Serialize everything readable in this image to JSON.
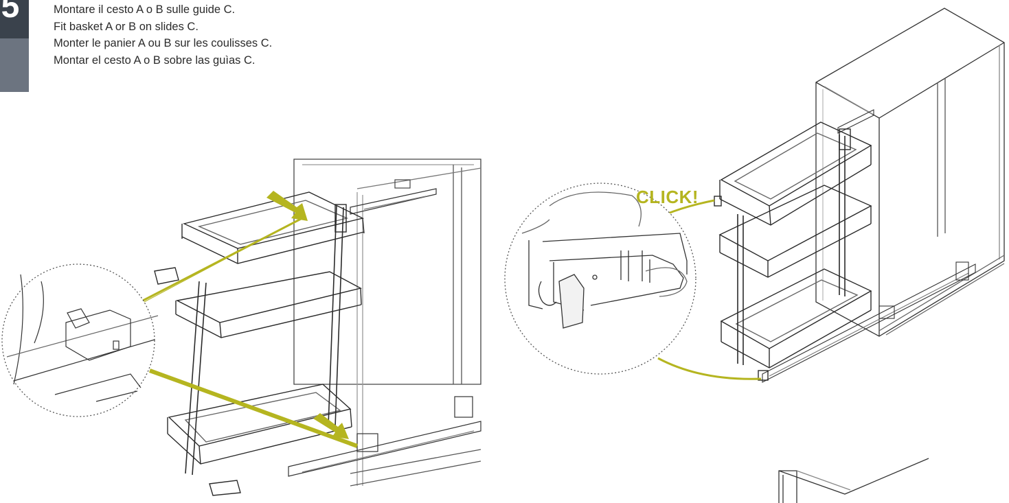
{
  "step": {
    "number": "5"
  },
  "instructions": {
    "it": "Montare il cesto A o B sulle guide C.",
    "en": "Fit basket A or B on slides C.",
    "fr": "Monter le panier A ou B sur les coulisses C.",
    "es": "Montar el cesto A o B sobre las guìas C."
  },
  "callout": {
    "label": "CLICK!"
  },
  "colors": {
    "accent": "#b5b520",
    "badge_dark": "#3a424c",
    "badge_light": "#6c7480",
    "line": "#333333"
  }
}
